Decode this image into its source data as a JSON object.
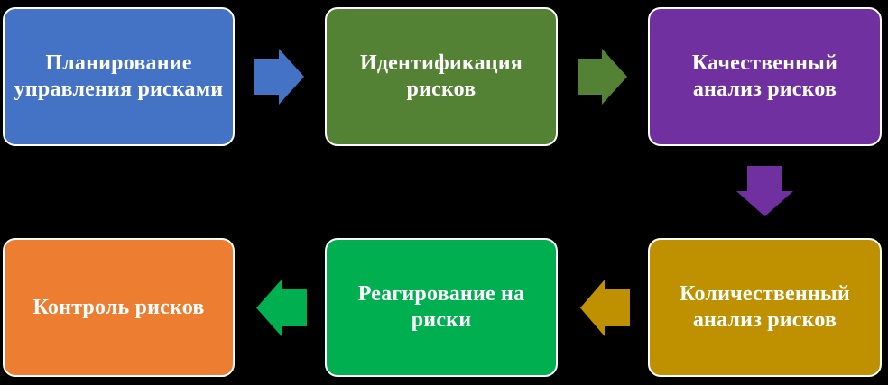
{
  "diagram": {
    "title": "",
    "background": "#000000",
    "steps": [
      {
        "id": 1,
        "label": "Планирование управления рисками",
        "color": "#4472C4"
      },
      {
        "id": 2,
        "label": "Идентификация рисков",
        "color": "#548235"
      },
      {
        "id": 3,
        "label": "Качественный анализ рисков",
        "color": "#7030A0"
      },
      {
        "id": 4,
        "label": "Количественный анализ рисков",
        "color": "#BF9000"
      },
      {
        "id": 5,
        "label": "Реагирование на риски",
        "color": "#00B050"
      },
      {
        "id": 6,
        "label": "Контроль рисков",
        "color": "#ED7D31"
      }
    ],
    "arrows": [
      {
        "from": 1,
        "to": 2,
        "direction": "right",
        "color": "#4472C4"
      },
      {
        "from": 2,
        "to": 3,
        "direction": "right",
        "color": "#548235"
      },
      {
        "from": 3,
        "to": 4,
        "direction": "down",
        "color": "#7030A0"
      },
      {
        "from": 4,
        "to": 5,
        "direction": "left",
        "color": "#BF9000"
      },
      {
        "from": 5,
        "to": 6,
        "direction": "left",
        "color": "#00B050"
      }
    ]
  }
}
